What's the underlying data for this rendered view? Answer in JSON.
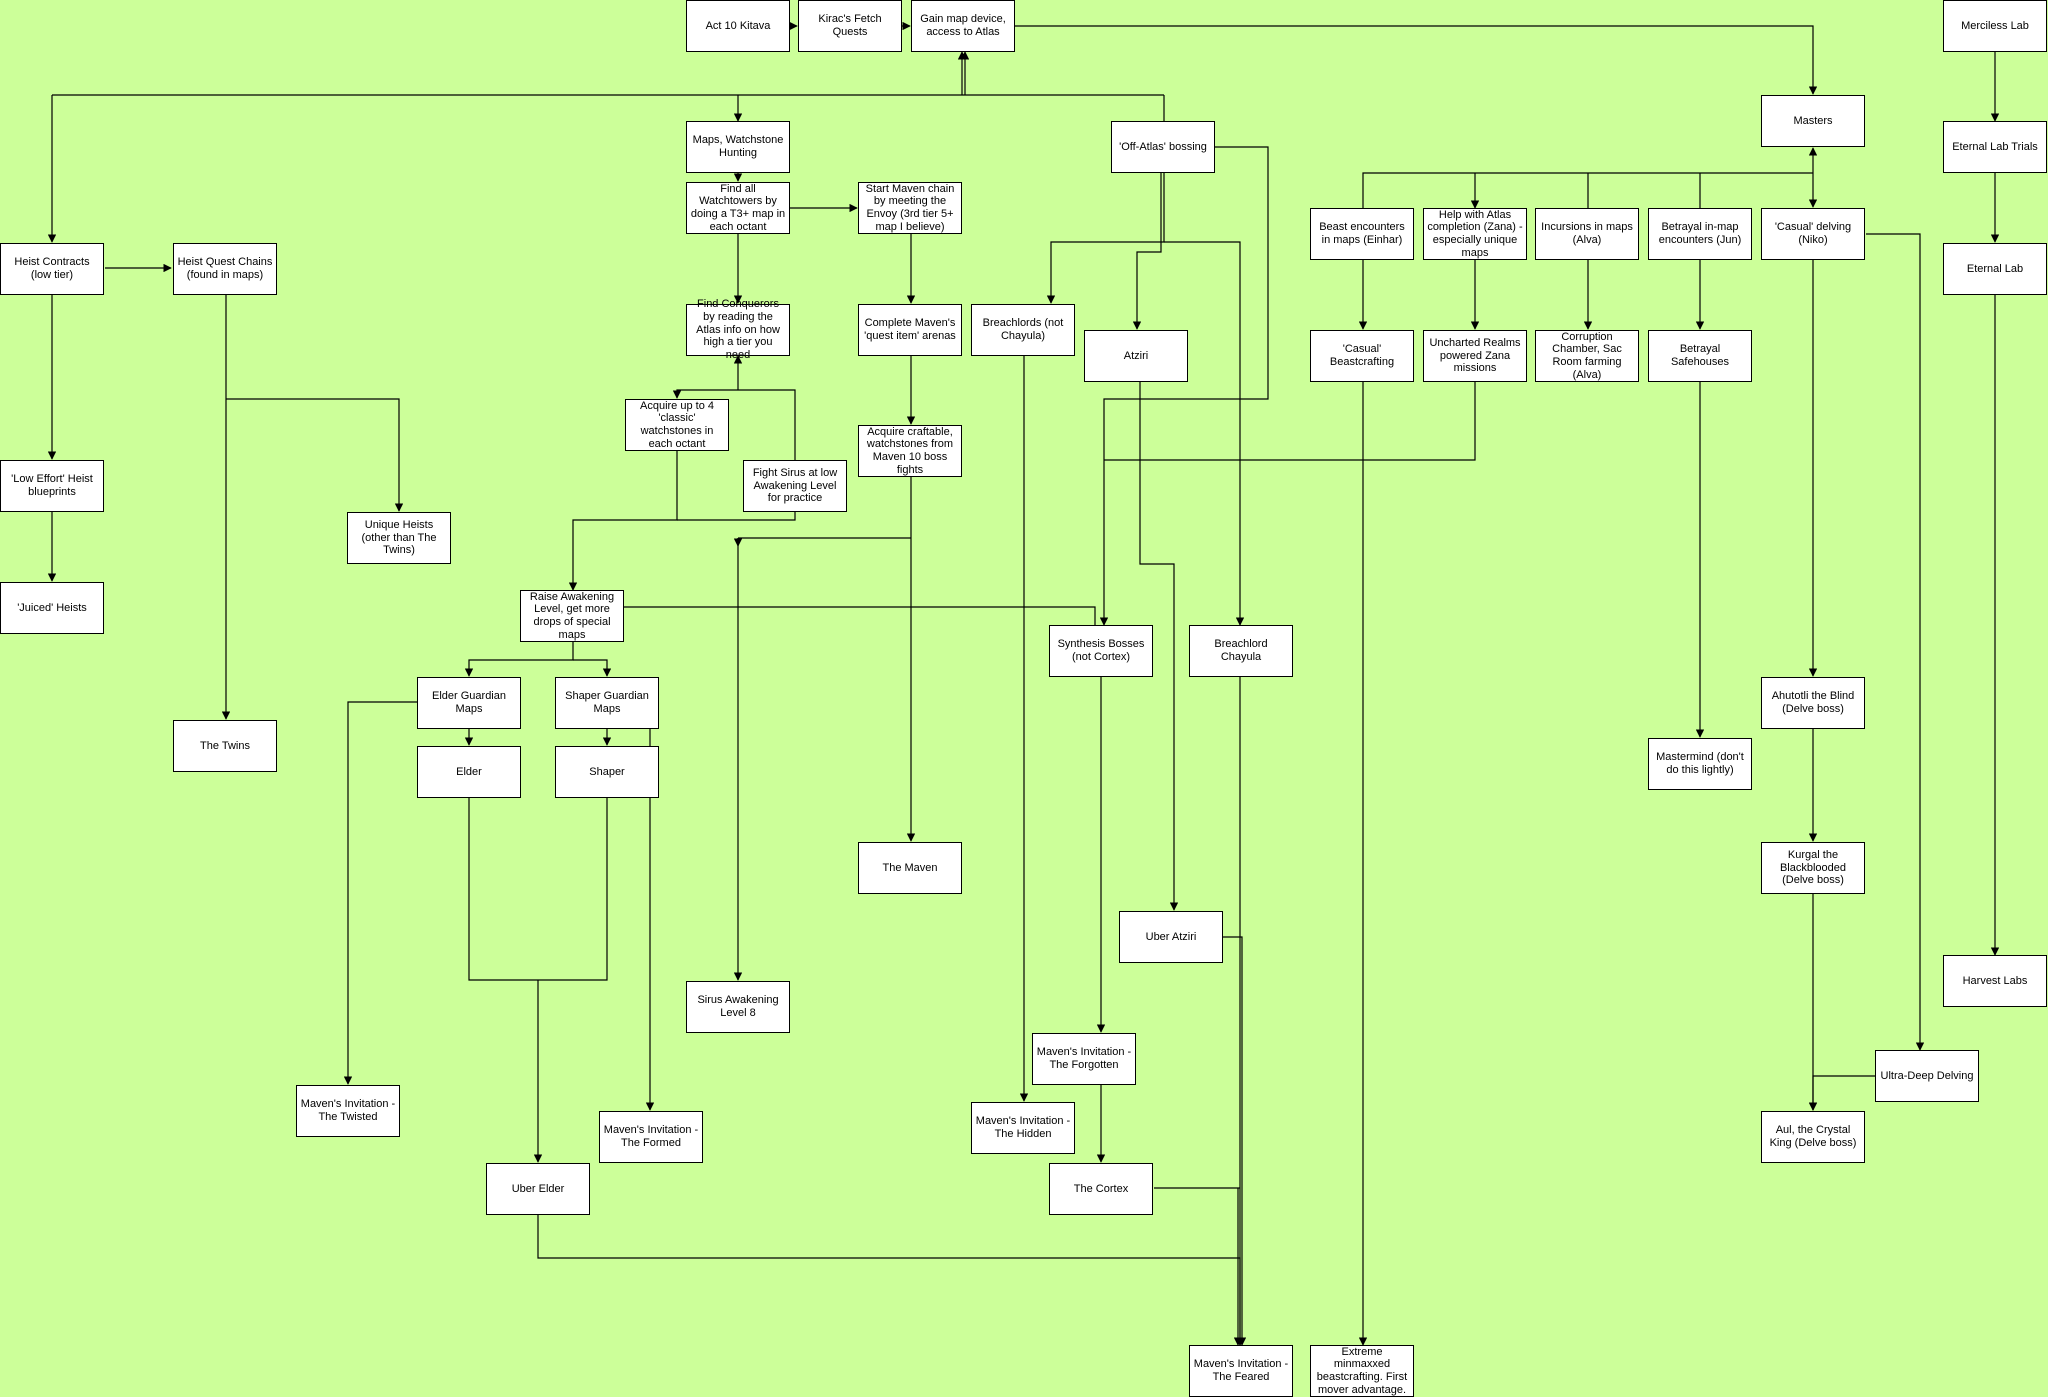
{
  "colors": {
    "background": "#ccff99",
    "node_fill": "#ffffff",
    "stroke": "#000000"
  },
  "nodes": [
    {
      "id": "act10",
      "label": "Act 10 Kitava"
    },
    {
      "id": "kirac",
      "label": "Kirac's Fetch Quests"
    },
    {
      "id": "gainmap",
      "label": "Gain map device, access to Atlas"
    },
    {
      "id": "merciless",
      "label": "Merciless Lab"
    },
    {
      "id": "masters",
      "label": "Masters"
    },
    {
      "id": "mapswatch",
      "label": "Maps, Watchstone Hunting"
    },
    {
      "id": "offatlas",
      "label": "'Off-Atlas' bossing"
    },
    {
      "id": "eternaltrials",
      "label": "Eternal Lab Trials"
    },
    {
      "id": "findwatch",
      "label": "Find all Watchtowers by doing a T3+ map in each octant"
    },
    {
      "id": "startmaven",
      "label": "Start Maven chain by meeting the Envoy (3rd tier 5+ map I believe)"
    },
    {
      "id": "beast",
      "label": "Beast encounters in maps (Einhar)"
    },
    {
      "id": "helpatlas",
      "label": "Help with Atlas completion (Zana) - especially unique maps"
    },
    {
      "id": "incursions",
      "label": "Incursions in maps (Alva)"
    },
    {
      "id": "betrayal",
      "label": "Betrayal in-map encounters (Jun)"
    },
    {
      "id": "casualdelve",
      "label": "'Casual' delving (Niko)"
    },
    {
      "id": "heistcontracts",
      "label": "Heist Contracts (low tier)"
    },
    {
      "id": "heistquest",
      "label": "Heist Quest Chains (found in maps)"
    },
    {
      "id": "eternallab",
      "label": "Eternal Lab"
    },
    {
      "id": "findconq",
      "label": "Find Conquerors by reading the Atlas info on how high a tier you need"
    },
    {
      "id": "completemaven",
      "label": "Complete Maven's 'quest item' arenas"
    },
    {
      "id": "breachlords",
      "label": "Breachlords (not Chayula)"
    },
    {
      "id": "atziri",
      "label": "Atziri"
    },
    {
      "id": "casualbeast",
      "label": "'Casual' Beastcrafting"
    },
    {
      "id": "uncharted",
      "label": "Uncharted Realms powered Zana missions"
    },
    {
      "id": "corruption",
      "label": "Corruption Chamber, Sac Room farming (Alva)"
    },
    {
      "id": "safehouses",
      "label": "Betrayal Safehouses"
    },
    {
      "id": "acquireclassic",
      "label": "Acquire up to 4 'classic' watchstones in each octant"
    },
    {
      "id": "acquirecraft",
      "label": "Acquire craftable, watchstones from Maven 10 boss fights"
    },
    {
      "id": "fightsirus",
      "label": "Fight Sirus at low Awakening Level for practice"
    },
    {
      "id": "loweffort",
      "label": "'Low Effort' Heist blueprints"
    },
    {
      "id": "uniqueheists",
      "label": "Unique Heists (other than The Twins)"
    },
    {
      "id": "juiced",
      "label": "'Juiced' Heists"
    },
    {
      "id": "raiseawake",
      "label": "Raise Awakening Level, get more drops of special maps"
    },
    {
      "id": "synthesis",
      "label": "Synthesis Bosses (not Cortex)"
    },
    {
      "id": "breachchayula",
      "label": "Breachlord Chayula"
    },
    {
      "id": "elderguard",
      "label": "Elder Guardian Maps"
    },
    {
      "id": "shaperguard",
      "label": "Shaper Guardian Maps"
    },
    {
      "id": "ahuzotli",
      "label": "Ahutotli the Blind (Delve boss)"
    },
    {
      "id": "twins",
      "label": "The Twins"
    },
    {
      "id": "elder",
      "label": "Elder"
    },
    {
      "id": "shaper",
      "label": "Shaper"
    },
    {
      "id": "mastermind",
      "label": "Mastermind (don't do this lightly)"
    },
    {
      "id": "maven",
      "label": "The Maven"
    },
    {
      "id": "kurgal",
      "label": "Kurgal the Blackblooded (Delve boss)"
    },
    {
      "id": "uberatziri",
      "label": "Uber Atziri"
    },
    {
      "id": "harvest",
      "label": "Harvest Labs"
    },
    {
      "id": "sirus8",
      "label": "Sirus Awakening Level 8"
    },
    {
      "id": "forgotten",
      "label": "Maven's Invitation - The Forgotten"
    },
    {
      "id": "ultradeep",
      "label": "Ultra-Deep Delving"
    },
    {
      "id": "twisted",
      "label": "Maven's Invitation - The Twisted"
    },
    {
      "id": "hidden",
      "label": "Maven's Invitation - The Hidden"
    },
    {
      "id": "formed",
      "label": "Maven's Invitation - The Formed"
    },
    {
      "id": "aul",
      "label": "Aul, the Crystal King (Delve boss)"
    },
    {
      "id": "uberelder",
      "label": "Uber Elder"
    },
    {
      "id": "cortex",
      "label": "The Cortex"
    },
    {
      "id": "feared",
      "label": "Maven's Invitation - The Feared"
    },
    {
      "id": "extreme",
      "label": "Extreme minmaxxed beastcrafting. First mover advantage."
    }
  ]
}
